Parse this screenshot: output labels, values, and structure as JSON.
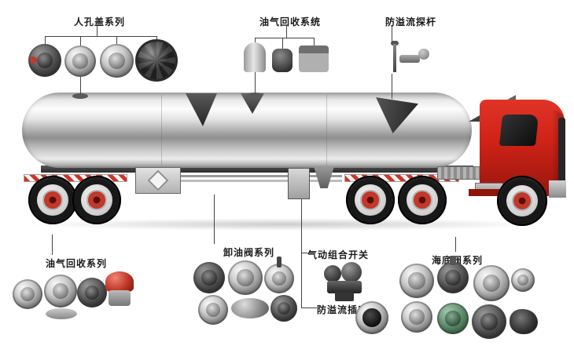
{
  "colors": {
    "cab_red": "#cf2318",
    "guard_stripe_red": "#d03325",
    "valve_green": "#4e7d5b",
    "callout_line": "#444444"
  },
  "callouts": {
    "top": {
      "manhole_series": "人孔盖系列",
      "vapor_recovery_system": "油气回收系统",
      "overflow_probe_rod": "防溢流探杆"
    },
    "bottom": {
      "vapor_recovery_series": "油气回收系列",
      "unloading_valve_series": "卸油阀系列",
      "pneumatic_combo_switch": "气动组合开关",
      "overflow_socket": "防溢流插座",
      "bottom_valve_series": "海底阀系列"
    }
  }
}
